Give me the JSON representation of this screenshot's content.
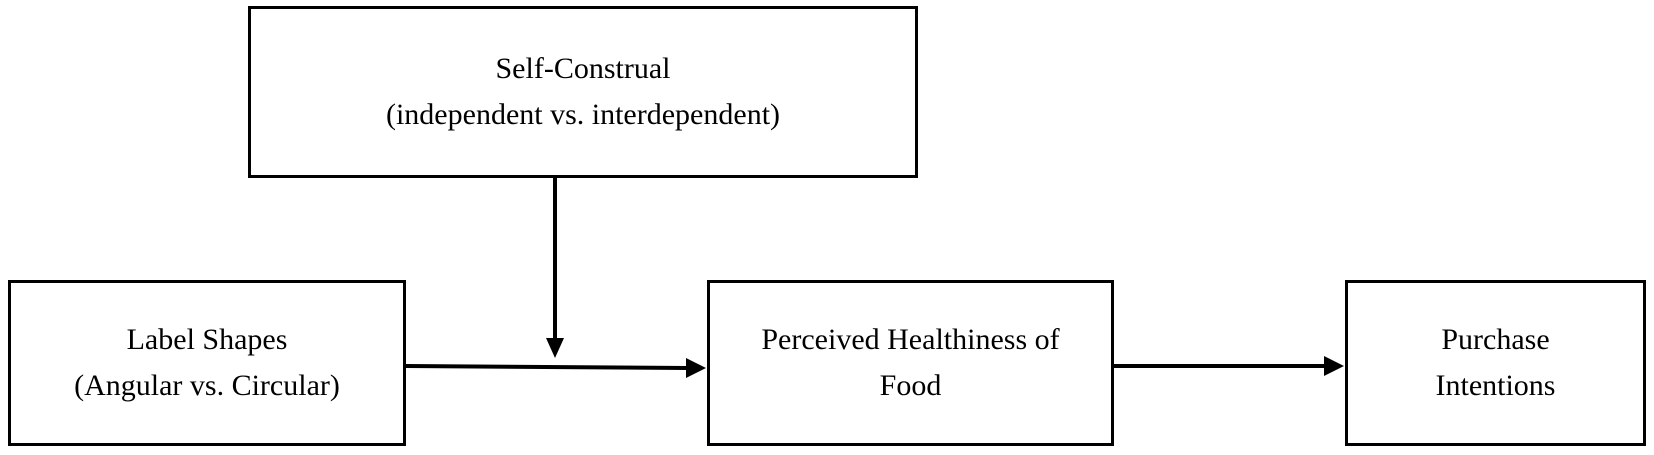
{
  "diagram": {
    "moderator": {
      "line1": "Self-Construal",
      "line2": "(independent vs. interdependent)"
    },
    "independent": {
      "line1": "Label Shapes",
      "line2": "(Angular vs. Circular)"
    },
    "mediator": {
      "line1": "Perceived Healthiness of",
      "line2": "Food"
    },
    "dependent": {
      "line1": "Purchase",
      "line2": "Intentions"
    },
    "colors": {
      "stroke": "#000000",
      "background": "#ffffff"
    }
  }
}
